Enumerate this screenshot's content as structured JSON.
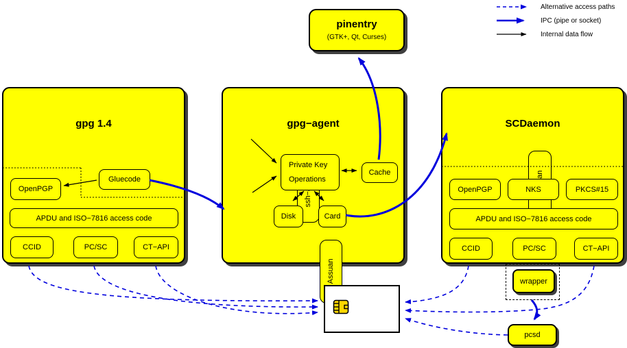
{
  "colors": {
    "box_fill": "#ffff00",
    "arrow_blue": "#0000dd",
    "line_black": "#000000",
    "chip_gold": "#ffd700",
    "card_white": "#ffffff"
  },
  "legend": {
    "items": [
      {
        "label": "Alternative access paths"
      },
      {
        "label": "IPC (pipe or socket)"
      },
      {
        "label": "Internal data flow"
      }
    ]
  },
  "pinentry": {
    "title": "pinentry",
    "subtitle": "(GTK+, Qt, Curses)"
  },
  "gpg14": {
    "title": "gpg 1.4",
    "gluecode": "Gluecode",
    "openpgp": "OpenPGP",
    "apdu": "APDU and ISO−7816 access code",
    "ccid": "CCID",
    "pcsc": "PC/SC",
    "ctapi": "CT−API"
  },
  "gpgagent": {
    "title": "gpg−agent",
    "ssh_agent": "ssh−agent",
    "assuan": "Assuan",
    "pko_line1": "Private Key",
    "pko_line2": "Operations",
    "cache": "Cache",
    "disk": "Disk",
    "card": "Card"
  },
  "scdaemon": {
    "title": "SCDaemon",
    "assuan": "Assuan",
    "openpgp": "OpenPGP",
    "nks": "NKS",
    "pkcs15": "PKCS#15",
    "apdu": "APDU and ISO−7816 access code",
    "ccid": "CCID",
    "pcsc": "PC/SC",
    "ctapi": "CT−API"
  },
  "wrapper": {
    "label": "wrapper"
  },
  "pcsd": {
    "label": "pcsd"
  }
}
